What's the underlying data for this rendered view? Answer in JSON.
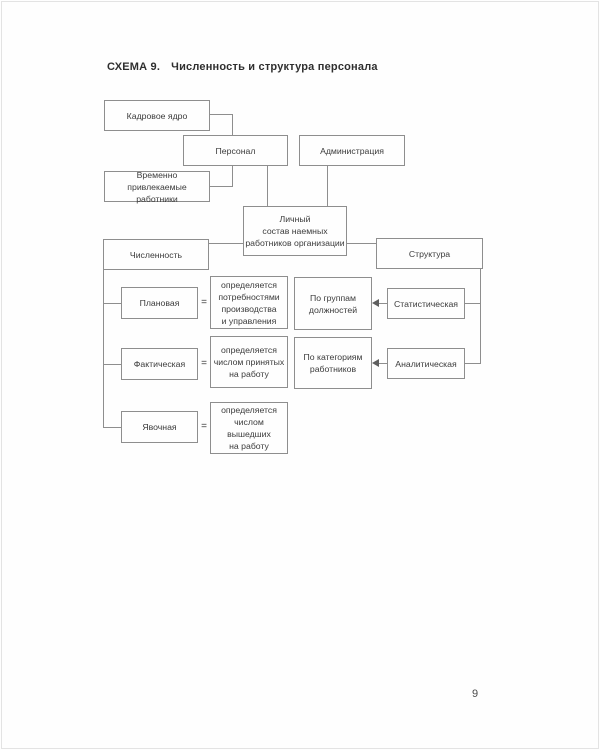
{
  "page": {
    "title_label": "СХЕМА 9.",
    "title_text": "Численность и структура персонала",
    "page_number": "9"
  },
  "diagram": {
    "equals": "=",
    "nodes": {
      "kadrovoe_yadro": "Кадровое ядро",
      "personal": "Персонал",
      "administratsiya": "Администрация",
      "vremenno_rabotniki": "Временно привлекаемые\nработники",
      "lichny_sostav": "Личный\nсостав наемных\nработников организации",
      "chislennost": "Численность",
      "struktura": "Структура",
      "planovaya": "Плановая",
      "planovaya_def": "определяется\nпотребностями\nпроизводства\nи управления",
      "po_gruppam": "По группам\nдолжностей",
      "statisticheskaya": "Статистическая",
      "fakticheskaya": "Фактическая",
      "fakticheskaya_def": "определяется\nчислом принятых\nна работу",
      "po_kategoriyam": "По категориям\nработников",
      "analiticheskaya": "Аналитическая",
      "yavochnaya": "Явочная",
      "yavochnaya_def": "определяется\nчислом вышедших\nна работу"
    }
  }
}
